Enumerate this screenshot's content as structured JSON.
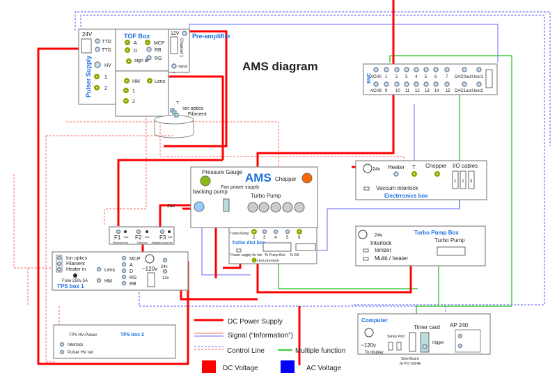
{
  "title": "AMS diagram",
  "pulser_supply": {
    "label": "Pulser Supply",
    "voltage": "24V",
    "ports": [
      "TTl2",
      "TTl1",
      "HV",
      "1",
      "2"
    ]
  },
  "tof_box": {
    "label": "TOF Box",
    "ports": [
      "A",
      "D",
      "MCP",
      "RB",
      "RG",
      "sign al",
      "HM",
      "Lens",
      "1",
      "2"
    ]
  },
  "preamp": {
    "label": "Pre-amplifier",
    "voltage": "12V",
    "channel": "Channel 1",
    "signal": "signal"
  },
  "ion_optics": {
    "t": "T",
    "ion_optics": "Ion optics",
    "filament": "Filament"
  },
  "bnc": {
    "label": "BNC",
    "row1": [
      "ACH0",
      "1",
      "2",
      "3",
      "4",
      "5",
      "6",
      "7",
      "DAC0out",
      "User1"
    ],
    "row2": [
      "ACH8",
      "9",
      "10",
      "11",
      "12",
      "13",
      "14",
      "15",
      "DAC1out",
      "User2"
    ]
  },
  "electronics_box": {
    "label": "Electrronics box",
    "voltage": "24v",
    "heater": "Heater",
    "t": "T",
    "chopper": "Chopper",
    "io": "I/O cables",
    "io_ports": [
      "1",
      "2",
      "3"
    ],
    "vacuum": "Vaccum interlock"
  },
  "ams_box": {
    "label": "AMS",
    "pressure_gauge": "Pressure Gauge",
    "chopper": "Chopper",
    "backing_pump": "backing pump",
    "fan": "Fan power supply",
    "turbo_pump": "Turbo Pump",
    "v24": "24v"
  },
  "fuse_box": {
    "f1": "F1",
    "f2": "F2",
    "f3": "F3",
    "fuse": "fuse",
    "sub": [
      "Electronic box",
      "Turbo box",
      "Diagram pump box"
    ]
  },
  "turbo_dist": {
    "label": "Turbo dist box",
    "turbo_pump": "Turbo Pump",
    "ports": [
      "2",
      "3",
      "4",
      "5",
      "6"
    ],
    "fan": "Power supply for fan",
    "lens_pressure": "Lens pressure",
    "to_pump": "To Pump Box",
    "to_eb": "To EB"
  },
  "tps_box1": {
    "label": "TPS box 1",
    "ion_optics": "Ion optics",
    "filament": "Filament",
    "heater": "Heater in",
    "fuse": "Fuse 250v 5A",
    "lens": "Lens",
    "hm": "HM",
    "ports": [
      "MCP",
      "A",
      "D",
      "RG",
      "RB"
    ],
    "v120": "~120v",
    "v24": "24v",
    "v12": "12v"
  },
  "turbo_pump_box": {
    "label": "Turbo Pump Box",
    "voltage": "24v",
    "interlock": "Interlock",
    "ionizer": "Ionizer",
    "heater": "Muliti./ heater",
    "turbo_pump": "Turbo Pump"
  },
  "tps_box2": {
    "label": "TPS box 2",
    "pulser": "TPS HV-Pulser",
    "interlock": "Interlock",
    "hv_out": "Pulser HV out"
  },
  "computer": {
    "label": "Computer",
    "v120": "~120v",
    "display": "To display",
    "serial": "Series Port",
    "timer": "Timer card",
    "trigger": "trigger",
    "ap": "AP 240",
    "slow1": "Slow Board",
    "slow2": "NI PCI 6024E"
  },
  "legend": {
    "dc_power": "DC Power Supply",
    "signal": "Signal (“Information”)",
    "control": "Control Line",
    "multi": "Multiple function",
    "dc_voltage": "DC Voltage",
    "ac_voltage": "AC Voltage",
    "colors": {
      "dc": "#ff0000",
      "ac": "#0000ff",
      "multi": "#33cc33"
    }
  }
}
